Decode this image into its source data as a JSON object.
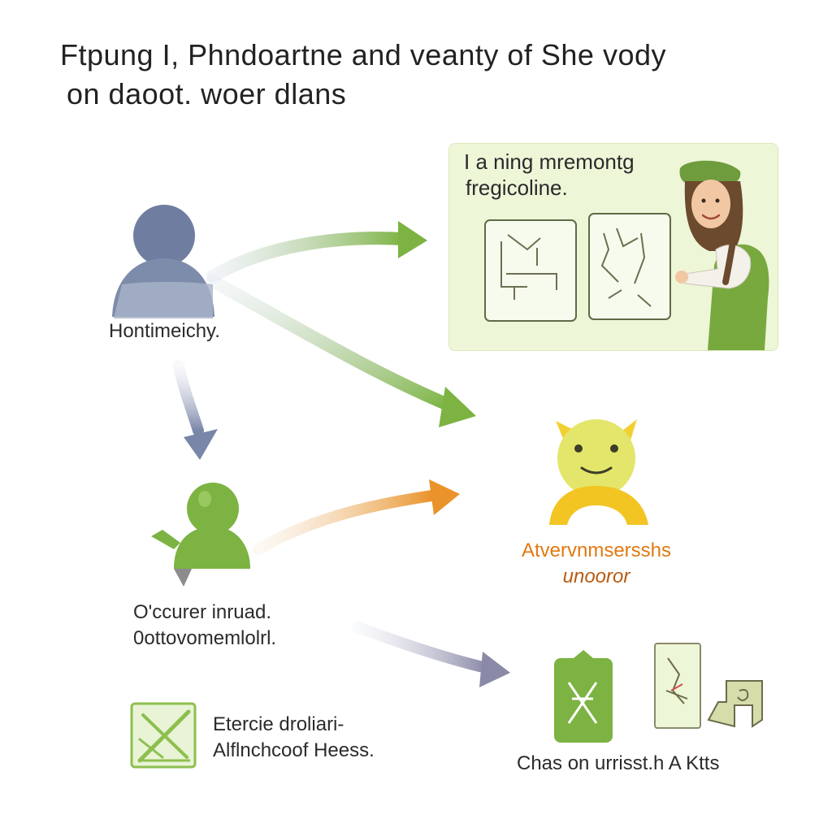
{
  "title": {
    "line1": "Ftpung I, Phndoartne and veanty of She vody",
    "line2": "on daoot. woer dlans"
  },
  "nodes": {
    "top_left": {
      "label": "Hontimeichy."
    },
    "panel": {
      "line1": "I a ning mremontg",
      "line2": "fregicoline."
    },
    "middle_left": {
      "line1": "O'ccurer inruad.",
      "line2": "0ottovomemlolrl."
    },
    "middle_right": {
      "line1": "Atvervnmsersshs",
      "line2": "unooror"
    },
    "bottom_left": {
      "line1": "Etercie droliari-",
      "line2": "Alflnchcoof Heess."
    },
    "bottom_right": {
      "label": "Chas on urrisst.h A Ktts"
    }
  },
  "colors": {
    "blue_gray": "#6f7ea0",
    "green": "#7cb342",
    "light_green": "#eef6d8",
    "yellow": "#f2d033",
    "orange": "#e9932a",
    "purple_gray": "#8a8aa8"
  },
  "icons": {
    "top_left": "person-icon",
    "middle_left": "person-waving-icon",
    "middle_right": "smiling-creature-icon",
    "bottom_left": "crossed-tools-icon",
    "bottom_right": "cards-icon"
  }
}
